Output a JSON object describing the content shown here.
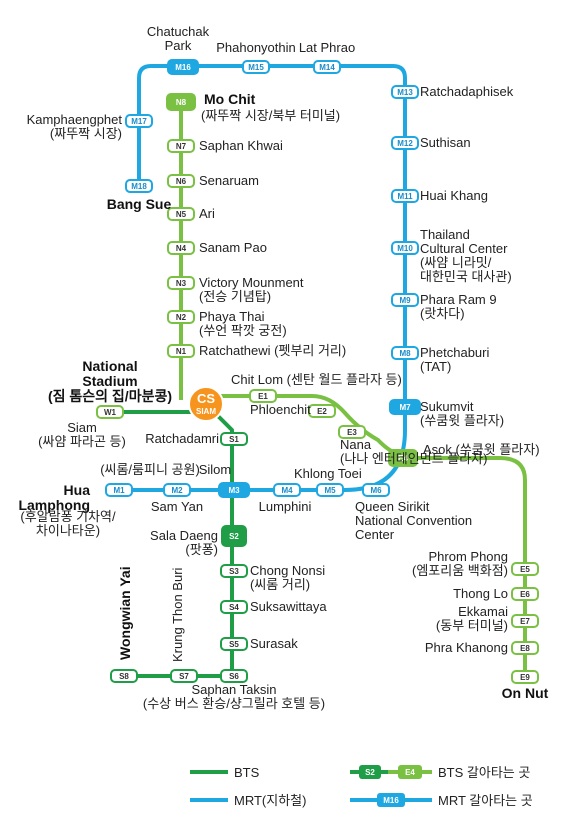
{
  "colors": {
    "bts": "#7ac143",
    "bts_dark": "#1f9d47",
    "mrt": "#1ea7e1",
    "mrt_dark": "#1a8cc8",
    "interchange": "#f7941d"
  },
  "stations": {
    "M16": {
      "code": "M16",
      "name": "Chatuchak\nPark"
    },
    "M15": {
      "code": "M15",
      "name": "Phahonyothin"
    },
    "M14": {
      "code": "M14",
      "name": "Lat Phrao"
    },
    "M13": {
      "code": "M13",
      "name": "Ratchadaphisek"
    },
    "M12": {
      "code": "M12",
      "name": "Suthisan"
    },
    "M11": {
      "code": "M11",
      "name": "Huai Khang"
    },
    "M10": {
      "code": "M10",
      "name": "Thailand\nCultural Center\n(싸얌 니라밋/\n대한민국 대사관)"
    },
    "M9": {
      "code": "M9",
      "name": "Phara Ram 9\n(랏차다)"
    },
    "M8": {
      "code": "M8",
      "name": "Phetchaburi\n(TAT)"
    },
    "M7": {
      "code": "M7",
      "name": "Sukumvit\n(쑤쿰윗 플라자)"
    },
    "M6": {
      "code": "M6",
      "name": "Queen Sirikit\nNational Convention\nCenter"
    },
    "M5": {
      "code": "M5",
      "name": "Khlong Toei"
    },
    "M4": {
      "code": "M4",
      "name": "Lumphini"
    },
    "M3": {
      "code": "M3",
      "name": "Silom"
    },
    "M2": {
      "code": "M2",
      "name": "Sam Yan"
    },
    "M1": {
      "code": "M1",
      "name": "Hua\nLamphong"
    },
    "M17": {
      "code": "M17",
      "name": "Kamphaengphet\n(짜뚜짝 시장)"
    },
    "M18": {
      "code": "M18",
      "name": "Bang Sue"
    },
    "N8": {
      "code": "N8",
      "name": "Mo Chit"
    },
    "N7": {
      "code": "N7",
      "name": "Saphan Khwai"
    },
    "N6": {
      "code": "N6",
      "name": "Senaruam"
    },
    "N5": {
      "code": "N5",
      "name": "Ari"
    },
    "N4": {
      "code": "N4",
      "name": "Sanam Pao"
    },
    "N3": {
      "code": "N3",
      "name": "Victory Mounment\n(전승 기념탑)"
    },
    "N2": {
      "code": "N2",
      "name": "Phaya Thai\n(쑤언 팍깟 궁전)"
    },
    "N1": {
      "code": "N1",
      "name": "Ratchathewi (펫부리 거리)"
    },
    "CS": {
      "code": "CS",
      "name": "SIAM"
    },
    "W1": {
      "code": "W1",
      "name": "National\nStadium\n(짐 톰슨의 집/마분콩)"
    },
    "E1": {
      "code": "E1",
      "name": "Chit Lom (센탄 월드 플라자 등)"
    },
    "E2": {
      "code": "E2",
      "name": "Phloenchit"
    },
    "E3": {
      "code": "E3",
      "name": "Nana\n(나나 엔터테인먼트 플라자)"
    },
    "E4": {
      "code": "E4",
      "name": "Asok (쑤쿰윗 플라자)"
    },
    "E5": {
      "code": "E5",
      "name": "Phrom Phong\n(엠포리움 백화점)"
    },
    "E6": {
      "code": "E6",
      "name": "Thong Lo"
    },
    "E7": {
      "code": "E7",
      "name": "Ekkamai\n(동부 터미널)"
    },
    "E8": {
      "code": "E8",
      "name": "Phra Khanong"
    },
    "E9": {
      "code": "E9",
      "name": "On Nut"
    },
    "S1": {
      "code": "S1",
      "name": "Ratchadamri"
    },
    "S2": {
      "code": "S2",
      "name": "Sala Daeng\n(팟퐁)"
    },
    "S3": {
      "code": "S3",
      "name": "Chong Nonsi\n(씨롬 거리)"
    },
    "S4": {
      "code": "S4",
      "name": "Suksawittaya"
    },
    "S5": {
      "code": "S5",
      "name": "Surasak"
    },
    "S6": {
      "code": "S6",
      "name": "Saphan Taksin\n(수상 버스 환승/샹그릴라 호텔 등)"
    },
    "S7": {
      "code": "S7",
      "name": "Krung Thon Buri"
    },
    "S8": {
      "code": "S8",
      "name": "Wongwian Yai"
    }
  },
  "extra_labels": {
    "siam": "Siam\n(싸얌 파라곤 등)",
    "silom_kr": "(씨롬/룸피니 공원)",
    "hua_kr": "(후알람퐁 기차역/\n차이나타운)",
    "mochit_kr": "(짜뚜짝 시장/북부 터미널)"
  },
  "legend": {
    "bts": "BTS",
    "mrt": "MRT(지하철)",
    "bts_transfer": "BTS 갈아타는 곳",
    "mrt_transfer": "MRT 갈아타는 곳",
    "bts_sample_a": "S2",
    "bts_sample_b": "E4",
    "mrt_sample": "M16"
  }
}
